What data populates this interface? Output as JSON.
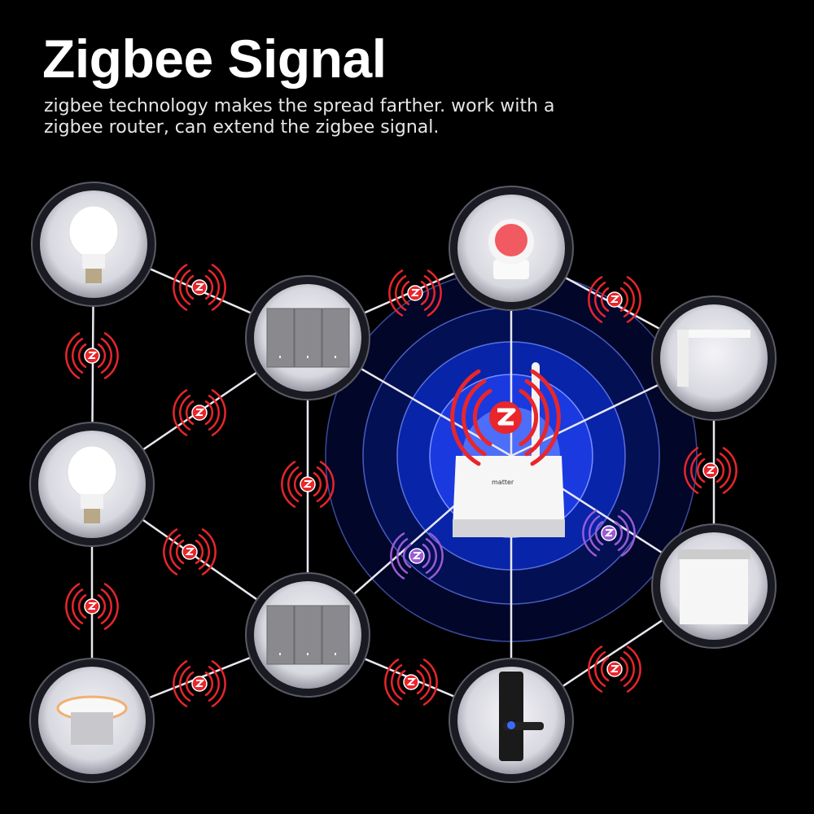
{
  "title": "Zigbee Signal",
  "subtitle": "zigbee technology makes the spread farther. work with a zigbee router, can extend the zigbee signal.",
  "hub": {
    "brand_label": "matter",
    "icon": "zigbee-logo-icon"
  },
  "colors": {
    "background": "#000000",
    "signal_red": "#e8262b",
    "signal_purple": "#9a5bd6",
    "hub_glow": "#1a3cff",
    "node_ring": "#8a8a9a"
  },
  "devices": [
    {
      "name": "smart-bulb-top",
      "icon": "light-bulb-icon"
    },
    {
      "name": "smart-bulb-middle",
      "icon": "light-bulb-icon"
    },
    {
      "name": "downlight",
      "icon": "downlight-icon"
    },
    {
      "name": "wall-switch-top",
      "icon": "wall-switch-icon"
    },
    {
      "name": "wall-switch-bottom",
      "icon": "wall-switch-icon"
    },
    {
      "name": "motion-sensor",
      "icon": "motion-sensor-icon"
    },
    {
      "name": "curtain-motor",
      "icon": "curtain-motor-icon"
    },
    {
      "name": "roller-blind",
      "icon": "roller-blind-icon"
    },
    {
      "name": "smart-door-lock",
      "icon": "door-lock-icon"
    }
  ]
}
